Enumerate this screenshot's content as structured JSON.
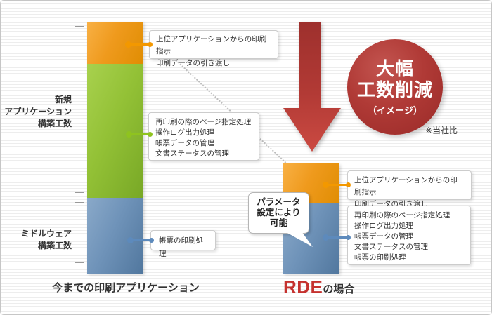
{
  "colors": {
    "orange": "#ef9a1d",
    "green": "#8cbf34",
    "blue": "#6a90b8",
    "arrow_red": "#b23a35",
    "badge_red": "#a93331",
    "brand_red": "#c5322f",
    "text": "#333333"
  },
  "badge": {
    "title": "大幅\n工数削減",
    "subtitle": "（イメージ）"
  },
  "note": "※当社比",
  "bubble": "パラメータ\n設定により\n可能",
  "left": {
    "bracket_top_label": "新規\nアプリケーション\n構築工数",
    "bracket_bottom_label": "ミドルウェア\n構築工数",
    "callout_orange": "上位アプリケーションからの印刷指示\n印刷データの引き渡し",
    "callout_green": "再印刷の際のページ指定処理\n操作ログ出力処理\n帳票データの管理\n文書ステータスの管理",
    "callout_blue": "帳票の印刷処理",
    "axis_label": "今までの印刷アプリケーション"
  },
  "right": {
    "callout_orange": "上位アプリケーションからの印刷指示\n印刷データの引き渡し",
    "callout_blue": "再印刷の際のページ指定処理\n操作ログ出力処理\n帳票データの管理\n文書ステータスの管理\n帳票の印刷処理",
    "axis_label_brand": "RDE",
    "axis_label_suffix": "の場合"
  },
  "bars": {
    "left": {
      "x": 123,
      "top": 30,
      "width": 80,
      "segments": [
        {
          "color": "orange",
          "h": 60
        },
        {
          "color": "green",
          "h": 191
        },
        {
          "color": "blue",
          "h": 108
        }
      ]
    },
    "right": {
      "x": 402,
      "top": 232,
      "width": 80,
      "segments": [
        {
          "color": "orange",
          "h": 57
        },
        {
          "color": "blue",
          "h": 100
        }
      ]
    }
  },
  "chart_data": {
    "type": "bar",
    "stacked": true,
    "categories": [
      "今までの印刷アプリケーション",
      "RDEの場合"
    ],
    "series": [
      {
        "name": "上位アプリケーションからの印刷指示・印刷データの引き渡し",
        "color": "#ef9a1d",
        "values": [
          60,
          57
        ]
      },
      {
        "name": "再印刷の際のページ指定処理・操作ログ出力処理・帳票データの管理・文書ステータスの管理",
        "color": "#8cbf34",
        "values": [
          191,
          0
        ]
      },
      {
        "name": "帳票の印刷処理（ミドルウェア構築工数）",
        "color": "#6a90b8",
        "values": [
          108,
          100
        ]
      }
    ],
    "unit": "relative man-hours (pixel height)",
    "annotations": [
      "大幅工数削減（イメージ）",
      "※当社比",
      "パラメータ設定により可能"
    ],
    "legend_position": "none",
    "grid": false
  }
}
